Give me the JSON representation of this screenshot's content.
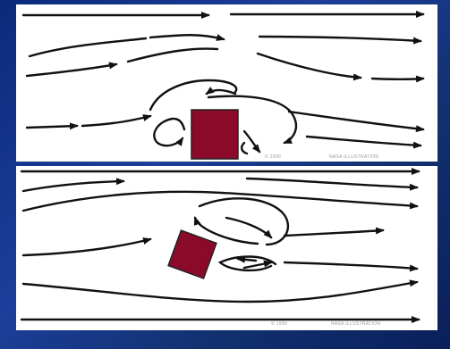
{
  "colors": {
    "background": "#123585",
    "panel": "#ffffff",
    "streamline": "#111111",
    "obstacle": "#8b0a2a"
  },
  "top_panel": {
    "caption_year": "© 1990",
    "caption_source": "NASA ILLUSTRATION"
  },
  "bottom_panel": {
    "caption_year": "© 1990",
    "caption_source": "NASA ILLUSTRATION"
  }
}
